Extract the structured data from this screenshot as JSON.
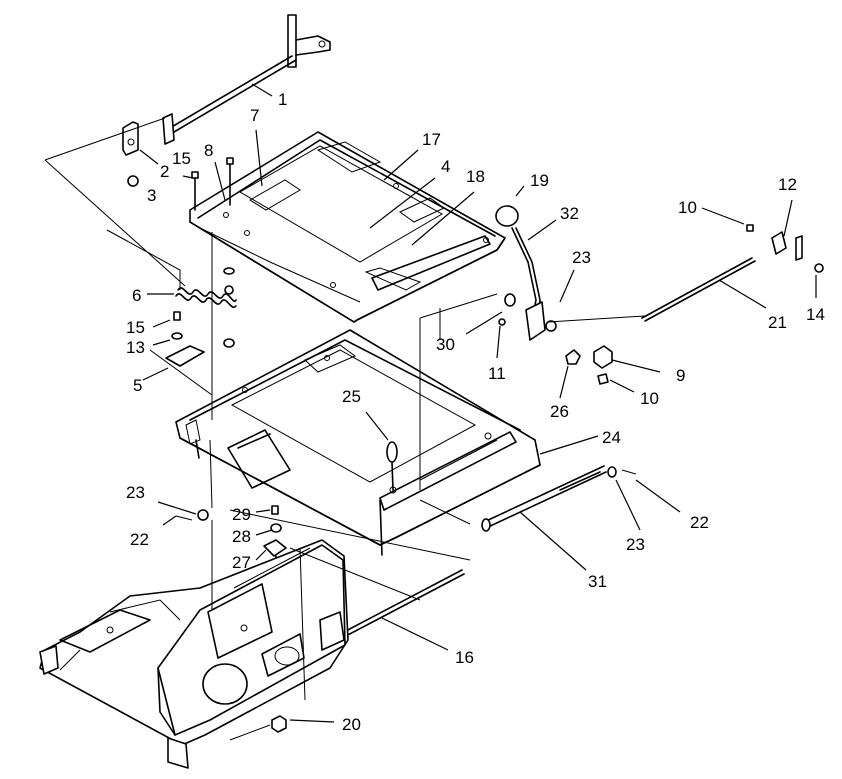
{
  "callouts": [
    {
      "id": "1",
      "label": "1"
    },
    {
      "id": "2",
      "label": "2"
    },
    {
      "id": "3",
      "label": "3"
    },
    {
      "id": "4",
      "label": "4"
    },
    {
      "id": "5",
      "label": "5"
    },
    {
      "id": "6",
      "label": "6"
    },
    {
      "id": "7",
      "label": "7"
    },
    {
      "id": "8",
      "label": "8"
    },
    {
      "id": "9",
      "label": "9"
    },
    {
      "id": "10a",
      "label": "10"
    },
    {
      "id": "10b",
      "label": "10"
    },
    {
      "id": "11",
      "label": "11"
    },
    {
      "id": "12",
      "label": "12"
    },
    {
      "id": "13",
      "label": "13"
    },
    {
      "id": "14",
      "label": "14"
    },
    {
      "id": "15a",
      "label": "15"
    },
    {
      "id": "15b",
      "label": "15"
    },
    {
      "id": "16",
      "label": "16"
    },
    {
      "id": "17",
      "label": "17"
    },
    {
      "id": "18",
      "label": "18"
    },
    {
      "id": "19",
      "label": "19"
    },
    {
      "id": "20",
      "label": "20"
    },
    {
      "id": "21",
      "label": "21"
    },
    {
      "id": "22a",
      "label": "22"
    },
    {
      "id": "22b",
      "label": "22"
    },
    {
      "id": "23a",
      "label": "23"
    },
    {
      "id": "23b",
      "label": "23"
    },
    {
      "id": "23c",
      "label": "23"
    },
    {
      "id": "24",
      "label": "24"
    },
    {
      "id": "25",
      "label": "25"
    },
    {
      "id": "26",
      "label": "26"
    },
    {
      "id": "27",
      "label": "27"
    },
    {
      "id": "28",
      "label": "28"
    },
    {
      "id": "29",
      "label": "29"
    },
    {
      "id": "30",
      "label": "30"
    },
    {
      "id": "31",
      "label": "31"
    },
    {
      "id": "32",
      "label": "32"
    }
  ]
}
